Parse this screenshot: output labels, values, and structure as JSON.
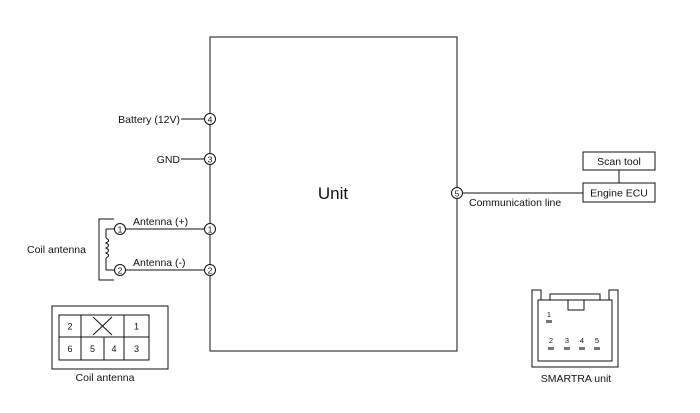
{
  "unit": {
    "title": "Unit",
    "pins": {
      "battery": "4",
      "gnd": "3",
      "comm": "5",
      "ant_plus": "1",
      "ant_minus": "2"
    }
  },
  "signals": {
    "battery": "Battery (12V)",
    "gnd": "GND",
    "communication": "Communication line",
    "antenna_plus": "Antenna (+)",
    "antenna_minus": "Antenna (-)"
  },
  "coil": {
    "label": "Coil antenna",
    "pin1": "1",
    "pin2": "2"
  },
  "ecu": {
    "scan_tool": "Scan tool",
    "engine_ecu": "Engine ECU"
  },
  "coil_connector": {
    "label": "Coil antenna",
    "top_row": [
      "2",
      "",
      "1"
    ],
    "bottom_row": [
      "6",
      "5",
      "4",
      "3"
    ]
  },
  "smartra_connector": {
    "label": "SMARTRA unit",
    "pin_top": "1",
    "pins_bottom": [
      "2",
      "3",
      "4",
      "5"
    ]
  }
}
